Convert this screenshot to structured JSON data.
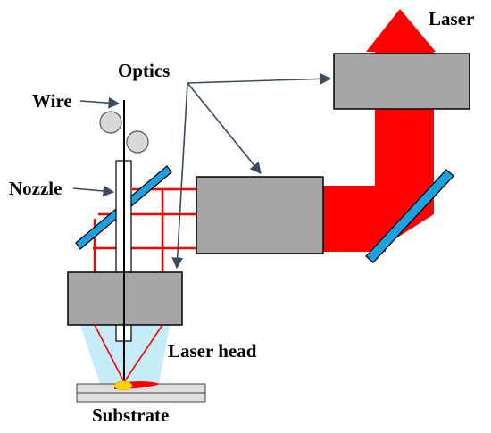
{
  "labels": {
    "laser": "Laser",
    "optics": "Optics",
    "wire": "Wire",
    "nozzle": "Nozzle",
    "laser_head": "Laser head",
    "substrate": "Substrate"
  },
  "colors": {
    "beam": "#ff0000",
    "box_fill": "#a6a6a6",
    "mirror": "#1e9fe0",
    "focus_cone": "#c6ecf7",
    "substrate": "#dedede",
    "melt_pool": "#ffd700",
    "arrow": "#3b4a5c"
  }
}
